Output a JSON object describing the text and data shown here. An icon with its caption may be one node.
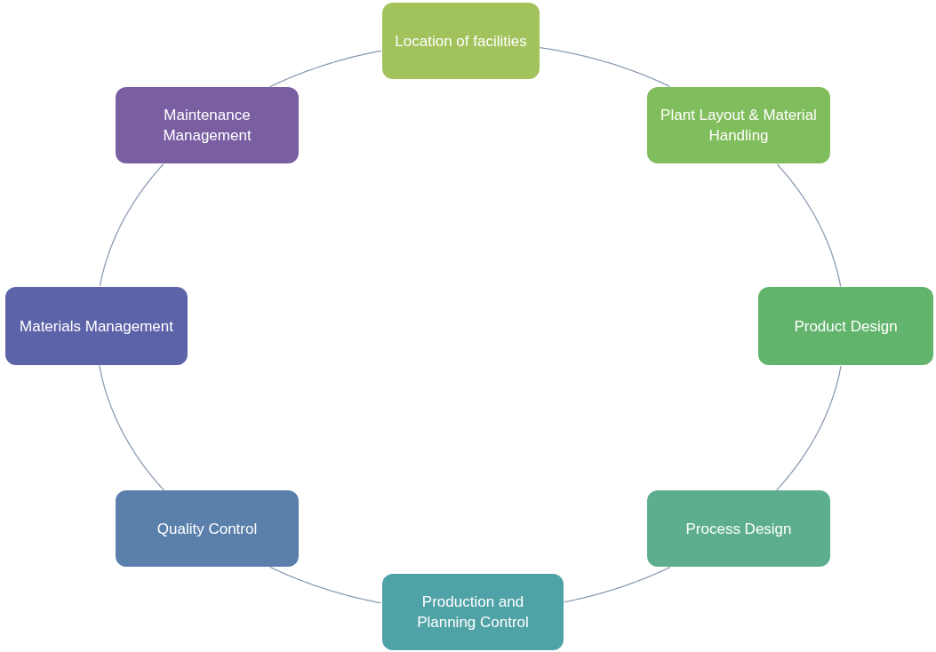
{
  "diagram": {
    "nodes": [
      {
        "text": [
          "Location of facilities"
        ]
      },
      {
        "text": [
          "Plant Layout & Material Handling"
        ]
      },
      {
        "text": [
          "Product Design"
        ]
      },
      {
        "text": [
          "Process Design"
        ]
      },
      {
        "text": [
          "Production and Planning Control"
        ]
      },
      {
        "text": [
          "Quality Control"
        ]
      },
      {
        "text": [
          "Materials Management"
        ]
      },
      {
        "text": [
          "Maintenance Management"
        ]
      }
    ],
    "edges": [
      {
        "from": 0,
        "to": 1,
        "arrow": "none"
      },
      {
        "from": 1,
        "to": 2,
        "arrow": "none"
      },
      {
        "from": 2,
        "to": 3,
        "arrow": "none"
      },
      {
        "from": 3,
        "to": 4,
        "arrow": "none"
      },
      {
        "from": 4,
        "to": 5,
        "arrow": "none"
      },
      {
        "from": 5,
        "to": 6,
        "arrow": "none"
      },
      {
        "from": 6,
        "to": 7,
        "arrow": "none"
      },
      {
        "from": 7,
        "to": 0,
        "arrow": "none"
      }
    ]
  }
}
